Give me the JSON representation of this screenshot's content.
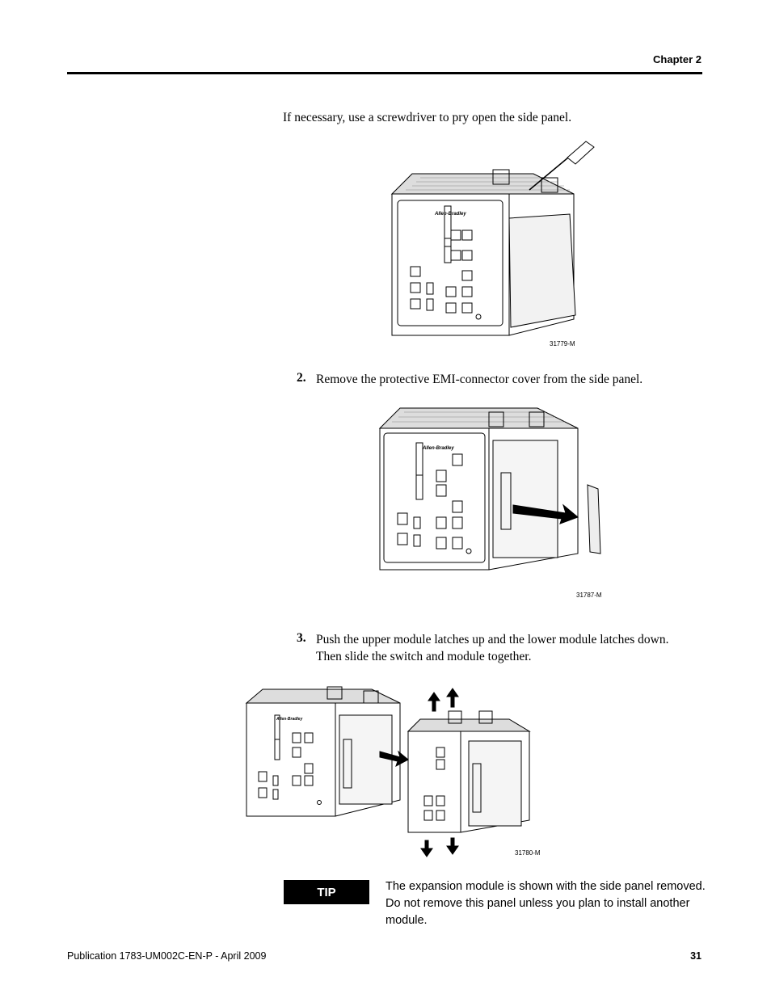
{
  "header": {
    "chapter": "Chapter 2"
  },
  "intro": {
    "text": "If necessary, use a screwdriver to pry open the side panel."
  },
  "figures": {
    "fig1": {
      "id": "31779-M",
      "brand": "Allen-Bradley"
    },
    "fig2": {
      "id": "31787-M",
      "brand": "Allen-Bradley"
    },
    "fig3": {
      "id": "31780-M",
      "brand": "Allen-Bradley"
    }
  },
  "steps": [
    {
      "number": "2.",
      "text": "Remove the protective EMI-connector cover from the side panel."
    },
    {
      "number": "3.",
      "line1": "Push the upper module latches up and the lower module latches down.",
      "line2": "Then slide the switch and module together."
    }
  ],
  "tip": {
    "label": "TIP",
    "line1": "The expansion module is shown with the side panel removed.",
    "line2": "Do not remove this panel unless you plan to install another",
    "line3": "module."
  },
  "footer": {
    "publication": "Publication 1783-UM002C-EN-P - April 2009",
    "page": "31"
  }
}
